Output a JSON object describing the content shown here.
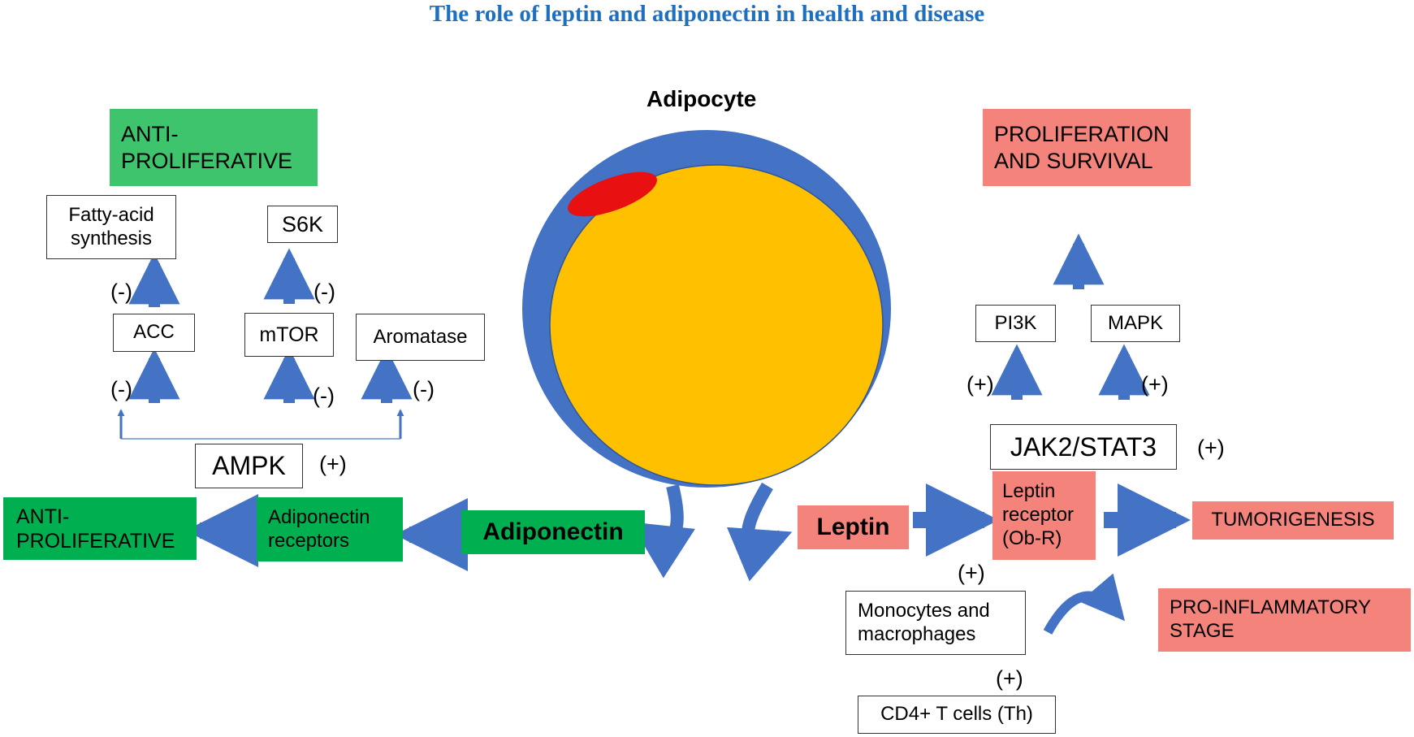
{
  "title": "The role of leptin and adiponectin in health and disease",
  "colors": {
    "title": "#1f6fc0",
    "green": "#00b050",
    "light_green": "#3fc46e",
    "pink": "#f4837b",
    "arrow_blue": "#4472c4",
    "cell_blue": "#4472c4",
    "nucleus_red": "#e81010",
    "lipid_yellow": "#ffc000"
  },
  "adipocyte": {
    "label": "Adipocyte"
  },
  "left": {
    "anti_proliferative_top": "ANTI-PROLIFERATIVE",
    "fatty_acid_synthesis": "Fatty-acid synthesis",
    "s6k": "S6K",
    "acc": "ACC",
    "mtor": "mTOR",
    "aromatase": "Aromatase",
    "ampk": "AMPK",
    "anti_proliferative_bottom": "ANTI-PROLIFERATIVE",
    "adiponectin_receptors": "Adiponectin receptors",
    "adiponectin": "Adiponectin",
    "signs": {
      "fatty_acid": "(-)",
      "s6k": "(-)",
      "acc": "(-)",
      "mtor": "(-)",
      "aromatase": "(-)",
      "ampk": "(+)"
    }
  },
  "right": {
    "proliferation_survival": "PROLIFERATION AND SURVIVAL",
    "pi3k": "PI3K",
    "mapk": "MAPK",
    "jak2_stat3": "JAK2/STAT3",
    "leptin": "Leptin",
    "leptin_receptor": "Leptin receptor (Ob-R)",
    "tumorigenesis": "TUMORIGENESIS",
    "monocytes": "Monocytes and macrophages",
    "pro_inflammatory": "PRO-INFLAMMATORY STAGE",
    "cd4": "CD4+ T cells (Th)",
    "signs": {
      "pi3k": "(+)",
      "mapk": "(+)",
      "jak2": "(+)",
      "monocytes": "(+)",
      "cd4": "(+)"
    }
  }
}
